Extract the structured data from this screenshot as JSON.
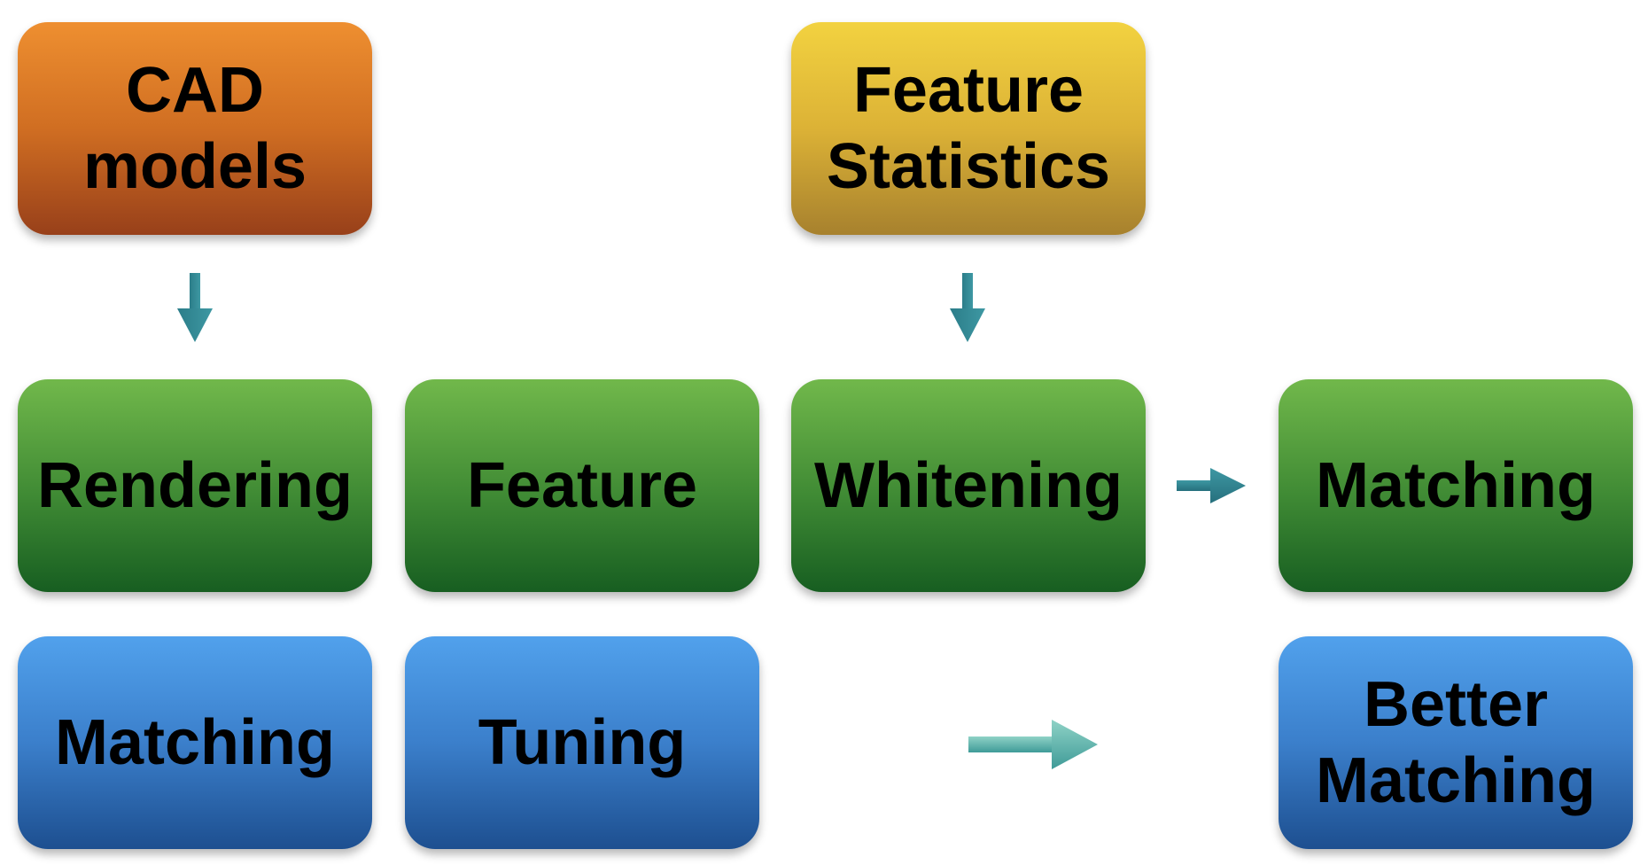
{
  "nodes": {
    "cad": {
      "label": "CAD\nmodels"
    },
    "feature_statistics": {
      "label": "Feature\nStatistics"
    },
    "rendering": {
      "label": "Rendering"
    },
    "feature": {
      "label": "Feature"
    },
    "whitening": {
      "label": "Whitening"
    },
    "matching": {
      "label": "Matching"
    },
    "matching_bottom": {
      "label": "Matching"
    },
    "tuning": {
      "label": "Tuning"
    },
    "better_matching": {
      "label": "Better\nMatching"
    }
  },
  "colors": {
    "orange": "#d06e22",
    "yellow": "#dcb236",
    "green": "#3f8a34",
    "blue": "#3b7fcb",
    "arrow_dark": "#2a7a86",
    "arrow_light": "#5fb5ad"
  },
  "arrows": [
    {
      "from": "cad",
      "to": "rendering",
      "direction": "down"
    },
    {
      "from": "feature_statistics",
      "to": "whitening",
      "direction": "down"
    },
    {
      "from": "whitening",
      "to": "matching",
      "direction": "right"
    },
    {
      "from": "tuning",
      "to": "better_matching",
      "direction": "right"
    }
  ]
}
